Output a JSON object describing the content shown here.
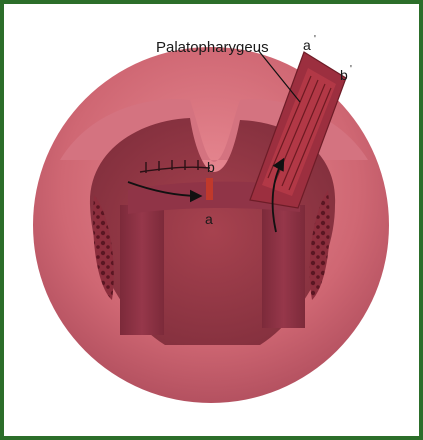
{
  "labels": {
    "muscle": "Palatopharygeus",
    "a": "a",
    "b": "b",
    "a_prime": "a",
    "b_prime": "b",
    "prime_mark": "'"
  },
  "colors": {
    "frame_border": "#2c6e2a",
    "outer_tissue": "#c95f6c",
    "inner_cavity": "#9c3a4a",
    "pillar": "#8a2f40",
    "muscle_flap": "#a83240",
    "muscle_fiber": "#6e1a22",
    "tonsil": "#6b1d2c"
  }
}
